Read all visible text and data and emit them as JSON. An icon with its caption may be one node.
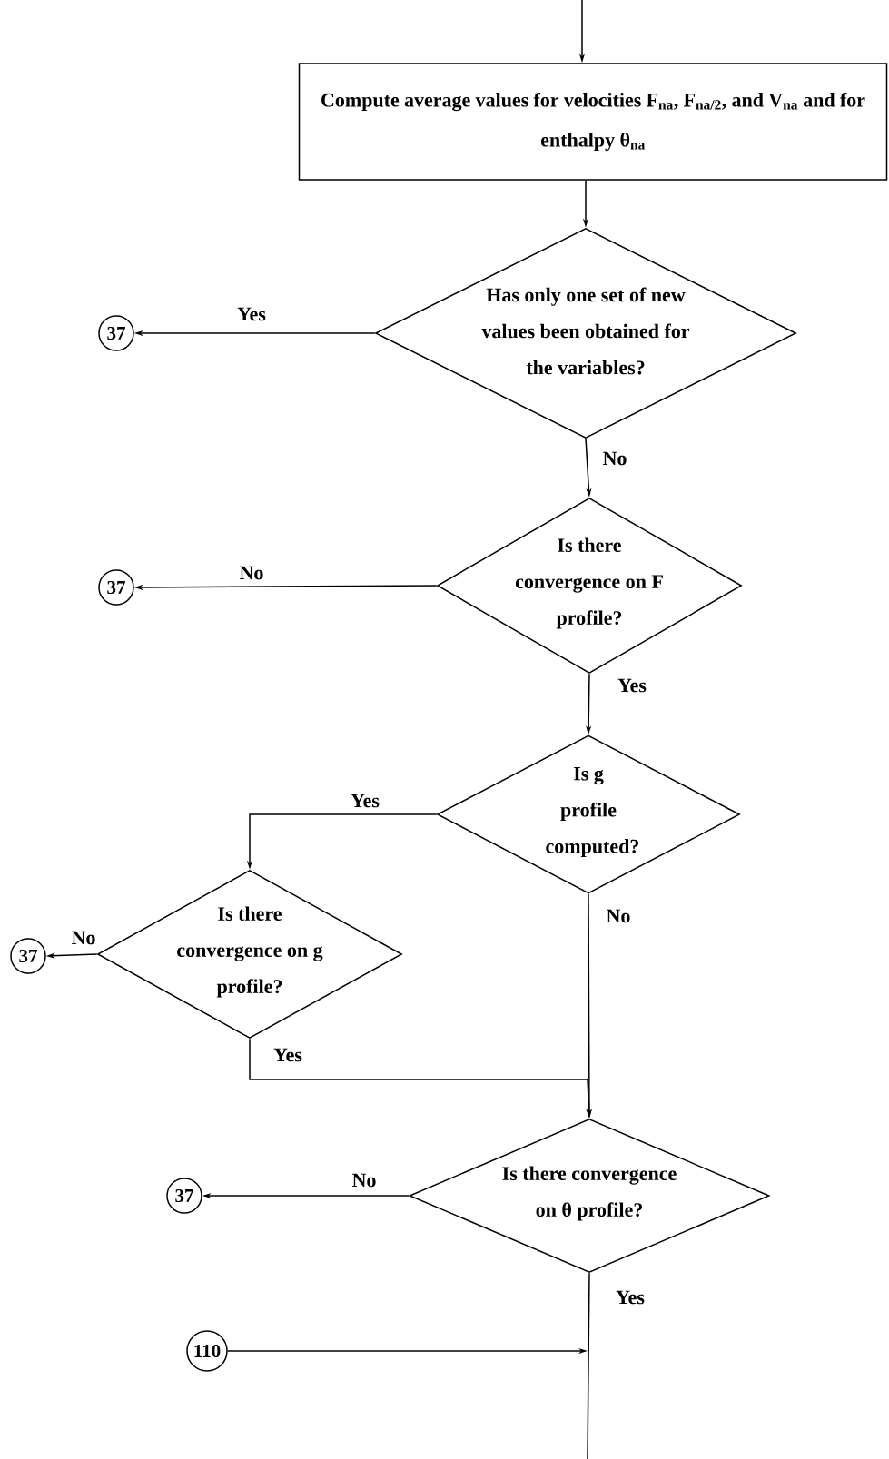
{
  "diagram": {
    "nodes": [
      {
        "text": [
          "Compute average values for velocities F$_{na}$, F$_{na/2}$, and V$_{na}$ and for enthalpy θ$_{na}$"
        ]
      },
      {
        "text": [
          "Has only one set of new values been obtained for the variables?"
        ]
      },
      {
        "text": [
          "37"
        ]
      },
      {
        "text": [
          "Is there convergence on F profile?"
        ]
      },
      {
        "text": [
          "37"
        ]
      },
      {
        "text": [
          "Is g profile computed?"
        ]
      },
      {
        "text": [
          "Is there convergence on g profile?"
        ]
      },
      {
        "text": [
          "37"
        ]
      },
      {
        "text": [
          "Is there convergence on θ profile?"
        ]
      },
      {
        "text": [
          "37"
        ]
      },
      {
        "text": [
          "110"
        ]
      }
    ],
    "edges": [
      {
        "from": null,
        "to": 0,
        "arrow": "to"
      },
      {
        "from": 0,
        "to": 1,
        "arrow": "to"
      },
      {
        "from": 1,
        "to": 2,
        "arrow": "to",
        "label": "Yes"
      },
      {
        "from": 1,
        "to": 3,
        "arrow": "to",
        "label": "No"
      },
      {
        "from": 3,
        "to": 4,
        "arrow": "to",
        "label": "No"
      },
      {
        "from": 3,
        "to": 5,
        "arrow": "to",
        "label": "Yes"
      },
      {
        "from": 5,
        "to": 6,
        "arrow": "to",
        "label": "Yes"
      },
      {
        "from": 5,
        "to": 8,
        "arrow": "to",
        "label": "No"
      },
      {
        "from": 6,
        "to": 7,
        "arrow": "to",
        "label": "No"
      },
      {
        "from": 6,
        "to": 8,
        "arrow": "to",
        "label": "Yes"
      },
      {
        "from": 8,
        "to": 9,
        "arrow": "to",
        "label": "No"
      },
      {
        "from": 8,
        "to": null,
        "arrow": "none",
        "label": "Yes"
      },
      {
        "from": 10,
        "to": null,
        "arrow": "to"
      }
    ]
  }
}
